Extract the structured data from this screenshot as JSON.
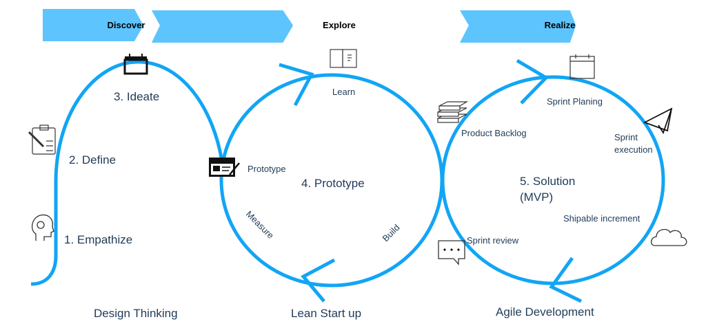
{
  "colors": {
    "arrow_fill": "#5ec4fd",
    "path_stroke": "#12a5f5",
    "text": "#1f3b57",
    "icon": "#222222"
  },
  "phases": [
    {
      "label": "Discover"
    },
    {
      "label": "Explore"
    },
    {
      "label": "Realize"
    }
  ],
  "design_thinking": {
    "title": "Design Thinking",
    "steps": [
      {
        "label": "1. Empathize",
        "icon": "head-lightbulb-icon"
      },
      {
        "label": "2. Define",
        "icon": "clipboard-pencil-icon"
      },
      {
        "label": "3. Ideate",
        "icon": "calendar-icon"
      }
    ]
  },
  "lean_startup": {
    "title": "Lean Start up",
    "center": "4. Prototype",
    "labels": {
      "learn": "Learn",
      "prototype": "Prototype",
      "measure": "Measure",
      "build": "Build"
    },
    "icons": [
      "open-book-icon",
      "browser-edit-icon"
    ]
  },
  "agile": {
    "title": "Agile Development",
    "center_line1": "5. Solution",
    "center_line2": "(MVP)",
    "labels": {
      "product_backlog": "Product Backlog",
      "sprint_planing": "Sprint Planing",
      "sprint_execution_1": "Sprint",
      "sprint_execution_2": "execution",
      "shipable_increment": "Shipable increment",
      "sprint_review": "Sprint review"
    },
    "icons": [
      "books-stack-icon",
      "calendar-icon",
      "paper-plane-icon",
      "cloud-icon",
      "chat-bubble-icon"
    ]
  }
}
